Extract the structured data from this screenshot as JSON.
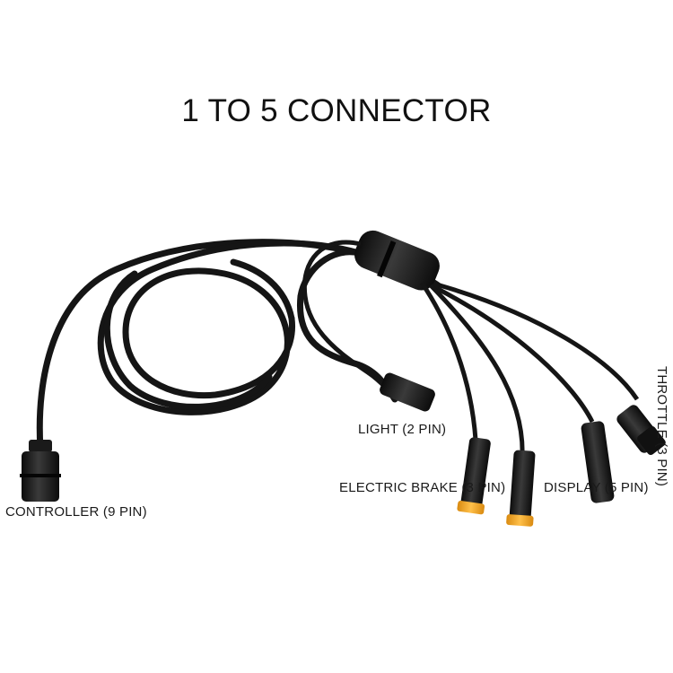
{
  "title": "1 TO 5 CONNECTOR",
  "labels": {
    "light": "LIGHT (2 PIN)",
    "electric_brake": "ELECTRIC BRAKE (3 PIN)",
    "display": "DISPLAY (5 PIN)",
    "controller": "CONTROLLER (9 PIN)",
    "throttle": "THROTTLE (3 PIN)"
  },
  "colors": {
    "cable": "#151515",
    "connector_tip": "#f0a020",
    "background": "#ffffff"
  }
}
